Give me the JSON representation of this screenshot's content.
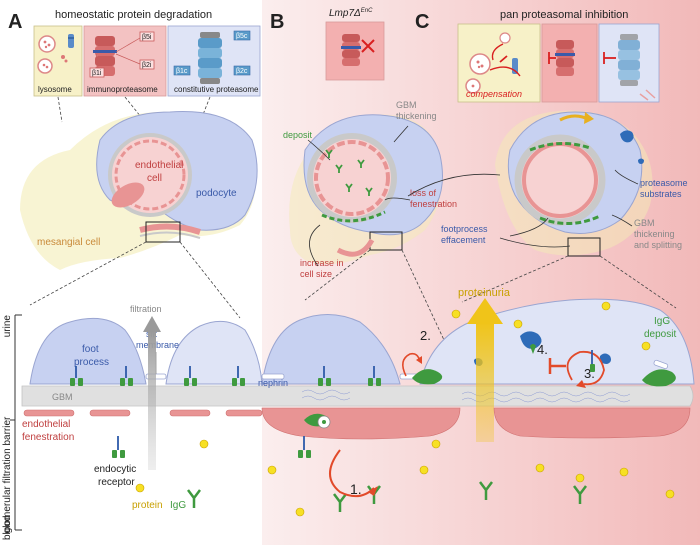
{
  "panels": {
    "a_letter": "A",
    "b_letter": "B",
    "c_letter": "C",
    "a_title": "homeostatic protein degradation",
    "b_title_italic": "Lmp7Δ",
    "b_title_sup": "EnC",
    "c_title": "pan proteasomal inhibition"
  },
  "boxes": {
    "lysosome": "lysosome",
    "immunoproteasome": "immunoproteasome",
    "constitutive": "constitutive proteasome",
    "beta5i": "β5i",
    "beta1i": "β1i",
    "beta2i": "β2i",
    "beta5c": "β5c",
    "beta1c": "β1c",
    "beta2c": "β2c",
    "compensation": "compensation"
  },
  "glomerulus_labels": {
    "endothelial_cell": "endothelial\ncell",
    "podocyte": "podocyte",
    "mesangial_cell": "mesangial cell",
    "gbm_thickening": "GBM\nthickening",
    "deposit": "deposit",
    "loss_of_fenestration": "loss of\nfenestration",
    "increase_cell_size": "increase in\ncell size",
    "footprocess_effacement": "footprocess\neffacement",
    "proteasome_substrates": "proteasome\nsubstrates",
    "gbm_thickening_splitting": "GBM\nthickening\nand splitting"
  },
  "barrier_labels": {
    "urine": "urine",
    "barrier": "glomerular filtration barrier",
    "blood": "blood",
    "foot_process": "foot\nprocess",
    "filtration": "filtration",
    "slit_membrane": "slit\nmembrane",
    "gbm": "GBM",
    "nephrin": "nephrin",
    "endothelial_fenestration": "endothelial\nfenestration",
    "endocytic_receptor": "endocytic\nreceptor",
    "protein": "protein",
    "igg": "IgG",
    "proteinuria": "proteinuria",
    "igg_deposit": "IgG\ndeposit",
    "step1": "1.",
    "step2": "2.",
    "step3": "3.",
    "step4": "4."
  },
  "colors": {
    "podocyte_blue": "#b9c6ee",
    "endothelial_red": "#e89494",
    "mesangial_yellow": "#f4ecb6",
    "igg_green": "#3f9a3f",
    "proteinuria_yellow": "#f0c419",
    "right_bg": "#f7d6d6"
  }
}
